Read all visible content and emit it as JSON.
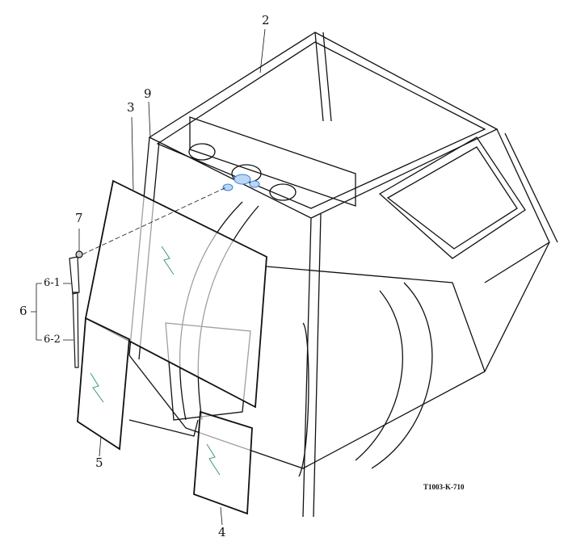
{
  "diagram": {
    "drawing_code": "T1003-K-710",
    "callouts": [
      {
        "id": "2",
        "label": "2"
      },
      {
        "id": "3",
        "label": "3"
      },
      {
        "id": "9",
        "label": "9"
      },
      {
        "id": "7",
        "label": "7"
      },
      {
        "id": "6",
        "label": "6"
      },
      {
        "id": "6-1",
        "label": "6-1"
      },
      {
        "id": "6-2",
        "label": "6-2"
      },
      {
        "id": "5",
        "label": "5"
      },
      {
        "id": "4",
        "label": "4"
      }
    ],
    "colors": {
      "line": "#111111",
      "glass_mark": "#3a9a7a",
      "highlight": "#3a7fd0"
    }
  }
}
